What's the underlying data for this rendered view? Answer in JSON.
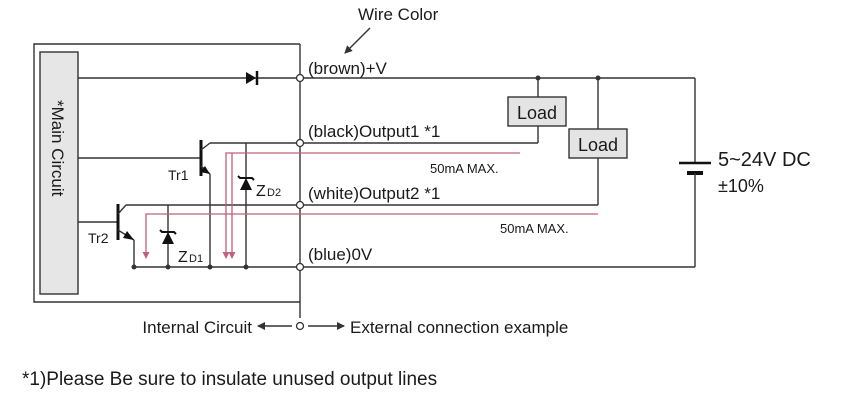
{
  "header": {
    "wire_color": "Wire Color"
  },
  "main_circuit": {
    "label": "*Main Circuit"
  },
  "terminals": [
    {
      "label": "(brown)+V"
    },
    {
      "label": "(black)Output1 *1"
    },
    {
      "label": "(white)Output2 *1"
    },
    {
      "label": "(blue)0V"
    }
  ],
  "components": {
    "tr1": "Tr1",
    "tr2": "Tr2",
    "zd2_main": "Z",
    "zd2_sub": "D2",
    "zd1_main": "Z",
    "zd1_sub": "D1"
  },
  "loads": {
    "load1": "Load",
    "load2": "Load"
  },
  "currents": {
    "out1_max": "50mA MAX.",
    "out2_max": "50mA MAX."
  },
  "supply": {
    "voltage": "5~24V DC",
    "tolerance": "±10%"
  },
  "footer": {
    "internal": "Internal Circuit",
    "external": "External connection example",
    "note": "*1)Please Be sure to insulate unused output lines"
  }
}
